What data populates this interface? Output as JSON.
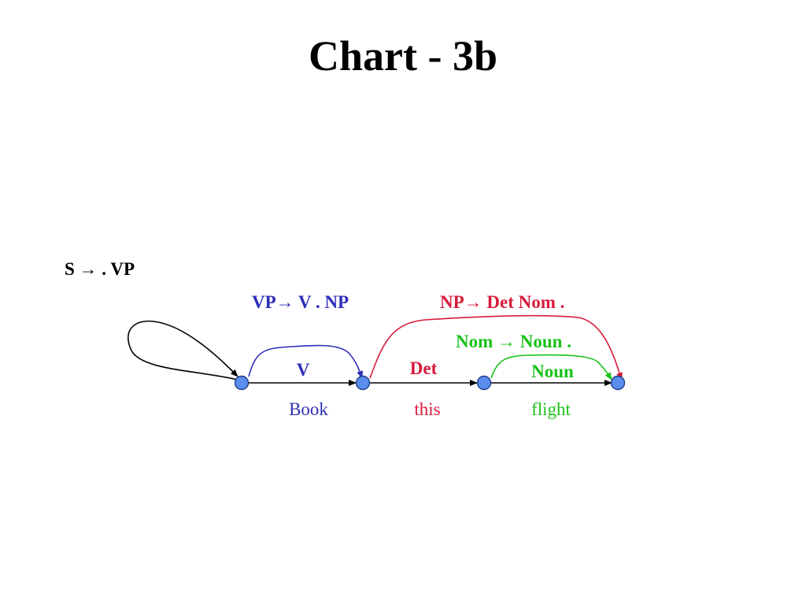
{
  "title": "Chart - 3b",
  "colors": {
    "black": "#000000",
    "blue": "#2e2eb8",
    "red": "#d81b3c",
    "green": "#19c219",
    "node_fill": "#5b8def",
    "node_stroke": "#1f3f8a"
  },
  "diagram": {
    "start_state": "S → . VP",
    "edges": {
      "vp": "VP→ V . NP",
      "np": "NP→ Det Nom .",
      "nom": "Nom → Noun .",
      "v": "V",
      "det": "Det",
      "noun": "Noun"
    },
    "words": [
      "Book",
      "this",
      "flight"
    ]
  }
}
